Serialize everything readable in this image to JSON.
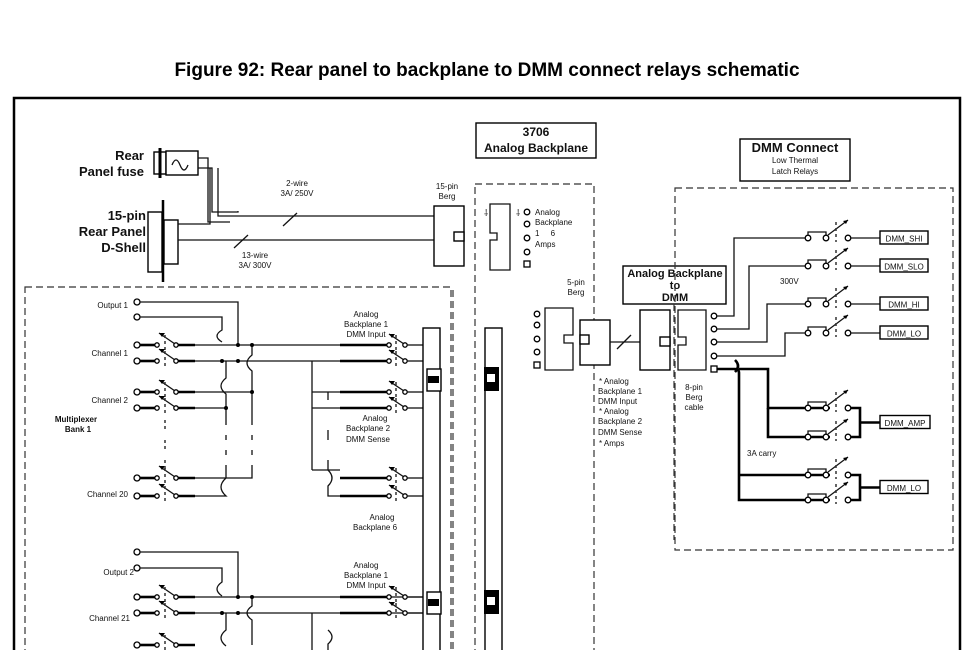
{
  "figure": {
    "title": "Figure 92: Rear panel to backplane to DMM connect relays schematic"
  },
  "rear_panel": {
    "fuse_label": [
      "Rear",
      "Panel fuse"
    ],
    "dshell_label": [
      "15-pin",
      "Rear Panel",
      "D-Shell"
    ],
    "wire_2": [
      "2-wire",
      "3A/ 250V"
    ],
    "wire_13": [
      "13-wire",
      "3A/ 300V"
    ],
    "berg_15": [
      "15-pin",
      "Berg"
    ]
  },
  "backplane": {
    "header": [
      "3706",
      "Analog Backplane"
    ],
    "connector_label": [
      "Analog",
      "Backplane",
      "1     6",
      "Amps"
    ],
    "berg_5": [
      "5-pin",
      "Berg"
    ],
    "notes": [
      "* Analog",
      "Backplane 1",
      "DMM Input",
      "* Analog",
      "Backplane 2",
      "DMM Sense",
      "* Amps"
    ]
  },
  "bridge": {
    "header": [
      "Analog Backplane",
      "to",
      "DMM"
    ],
    "berg_8": [
      "8-pin",
      "Berg",
      "cable"
    ]
  },
  "dmm_connect": {
    "header": "DMM Connect",
    "subheader": [
      "Low Thermal",
      "Latch Relays"
    ],
    "voltage_label": "300V",
    "carry_label": "3A carry",
    "outputs": [
      "DMM_SHI",
      "DMM_SLO",
      "DMM_HI",
      "DMM_LO",
      "DMM_AMP",
      "DMM_LO"
    ]
  },
  "multiplexer": {
    "bank_label": [
      "Multiplexer",
      "Bank 1"
    ],
    "output1": "Output 1",
    "output2": "Output 2",
    "channels": [
      "Channel 1",
      "Channel 2",
      "Channel 20",
      "Channel 21"
    ],
    "ab1_input": [
      "Analog",
      "Backplane 1",
      "DMM Input"
    ],
    "ab2_sense": [
      "Analog",
      "Backplane 2",
      "DMM Sense"
    ],
    "ab6": [
      "Analog",
      "Backplane 6"
    ],
    "ab1_input_2": [
      "Analog",
      "Backplane 1",
      "DMM Input"
    ]
  }
}
